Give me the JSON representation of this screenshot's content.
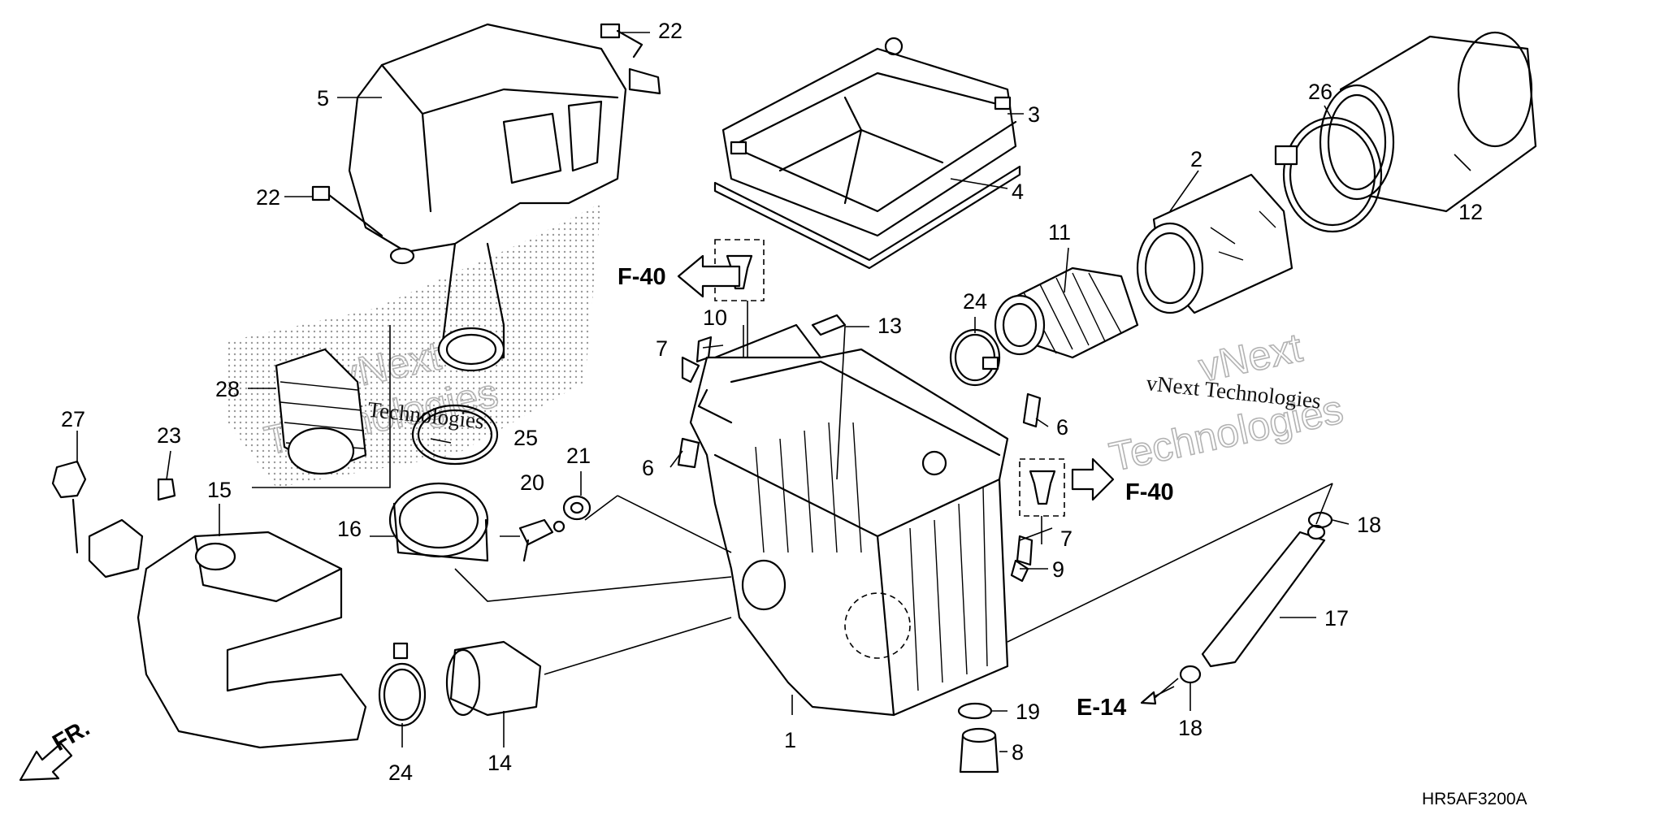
{
  "diagram": {
    "callouts": {
      "c1": "1",
      "c2": "2",
      "c3": "3",
      "c4": "4",
      "c5": "5",
      "c6a": "6",
      "c6b": "6",
      "c7a": "7",
      "c7b": "7",
      "c8": "8",
      "c9": "9",
      "c10": "10",
      "c11": "11",
      "c12": "12",
      "c13": "13",
      "c14": "14",
      "c15": "15",
      "c16": "16",
      "c17": "17",
      "c18a": "18",
      "c18b": "18",
      "c19": "19",
      "c20": "20",
      "c21": "21",
      "c22a": "22",
      "c22b": "22",
      "c23": "23",
      "c24a": "24",
      "c24b": "24",
      "c25": "25",
      "c26": "26",
      "c27": "27",
      "c28": "28"
    },
    "refs": {
      "f40_left": "F-40",
      "f40_right": "F-40",
      "e14": "E-14",
      "front": "FR."
    },
    "diagram_code": "HR5AF3200A",
    "watermarks": {
      "left_line1": "vNext",
      "left_line2": "Technologies",
      "left_line3": "vNext Technologies",
      "right_line1": "vNext",
      "right_line2": "Technologies",
      "right_line3": "vNext Technologies"
    }
  }
}
